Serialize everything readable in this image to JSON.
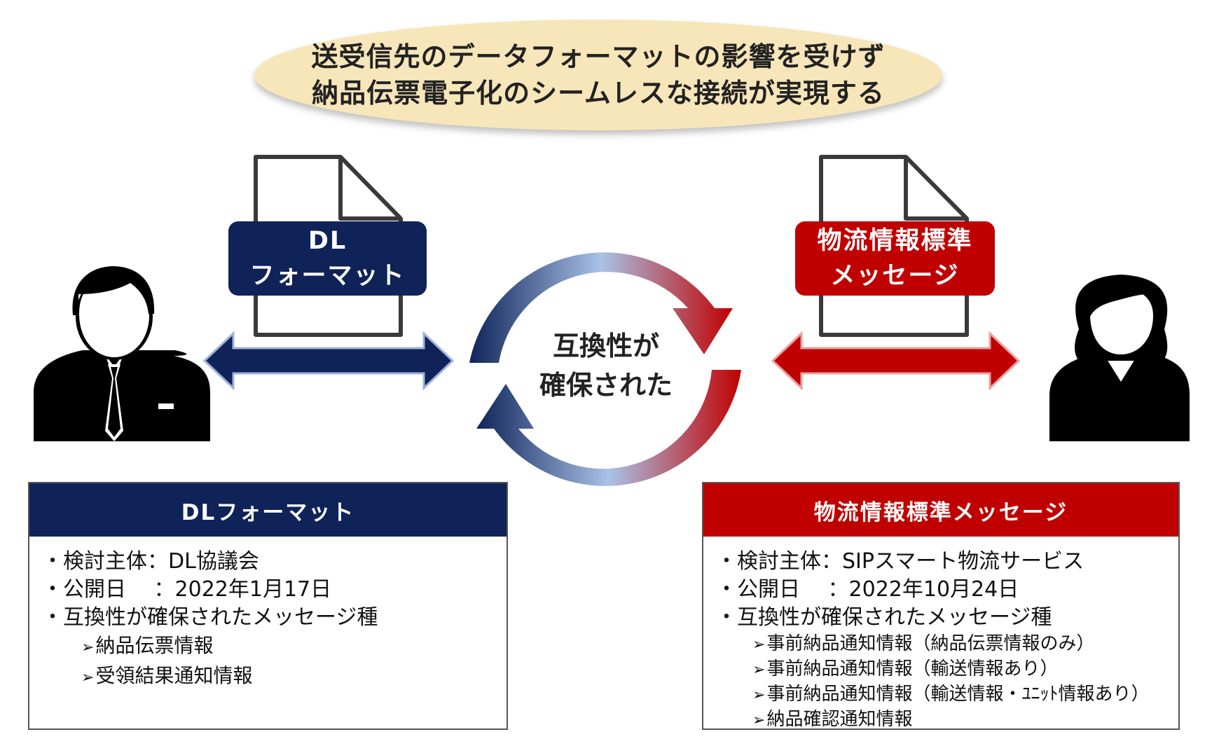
{
  "banner": {
    "line1": "送受信先のデータフォーマットの影響を受けず",
    "line2": "納品伝票電子化のシームレスな接続が実現する"
  },
  "left_doc": {
    "line1": "DL",
    "line2": "フォーマット"
  },
  "right_doc": {
    "line1": "物流情報標準",
    "line2": "メッセージ"
  },
  "center": {
    "line1": "互換性が",
    "line2": "確保された"
  },
  "left_panel": {
    "title": "DLフォーマット",
    "items": [
      "・検討主体：DL協議会",
      "・公開日　 ：2022年1月17日",
      "・互換性が確保されたメッセージ種"
    ],
    "sub_items": [
      "納品伝票情報",
      "受領結果通知情報"
    ]
  },
  "right_panel": {
    "title": "物流情報標準メッセージ",
    "items": [
      "・検討主体：SIPスマート物流サービス",
      "・公開日　 ：2022年10月24日",
      "・互換性が確保されたメッセージ種"
    ],
    "sub_items": [
      "事前納品通知情報（納品伝票情報のみ）",
      "事前納品通知情報（輸送情報あり）",
      "事前納品通知情報（輸送情報・ﾕﾆｯﾄ情報あり）",
      "納品確認通知情報"
    ]
  },
  "sub_item_marker": "➢",
  "colors": {
    "navy": "#0f2359",
    "red": "#c00000",
    "banner": "#f7e6b9",
    "light_blue": "#a9c2e8"
  },
  "icons": [
    "document-icon",
    "businessman-icon",
    "businesswoman-icon",
    "double-arrow-icon",
    "cycle-arrows-icon"
  ]
}
